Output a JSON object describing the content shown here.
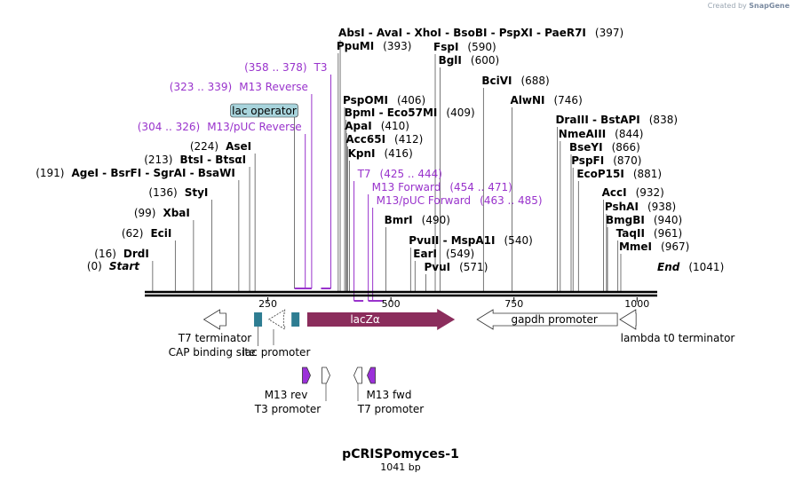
{
  "credit": {
    "prefix": "Created by",
    "brand": "SnapGene"
  },
  "plasmid": {
    "name": "pCRISPomyces-1",
    "length_label": "1041 bp"
  },
  "ruler": {
    "ticks": [
      {
        "pos": 250,
        "label": "250"
      },
      {
        "pos": 500,
        "label": "500"
      },
      {
        "pos": 750,
        "label": "750"
      },
      {
        "pos": 1000,
        "label": "1000"
      }
    ]
  },
  "sites": [
    {
      "pos": 0,
      "text": "(0)",
      "name": "Start",
      "italic": true
    },
    {
      "pos": 16,
      "text": "(16)",
      "name": "DrdI"
    },
    {
      "pos": 62,
      "text": "(62)",
      "name": "EciI"
    },
    {
      "pos": 99,
      "text": "(99)",
      "name": "XbaI"
    },
    {
      "pos": 136,
      "text": "(136)",
      "name": "StyI"
    },
    {
      "pos": 191,
      "text": "(191)",
      "name": "AgeI - BsrFI - SgrAI - BsaWI"
    },
    {
      "pos": 213,
      "text": "(213)",
      "name": "BtsI - BtsαI"
    },
    {
      "pos": 224,
      "text": "(224)",
      "name": "AseI"
    },
    {
      "pos": 393,
      "text": "(393)",
      "name": "PpuMI"
    },
    {
      "pos": 397,
      "text": "(397)",
      "name": "AbsI - AvaI - XhoI - BsoBI - PspXI - PaeR7I"
    },
    {
      "pos": 406,
      "text": "(406)",
      "name": "PspOMI"
    },
    {
      "pos": 409,
      "text": "(409)",
      "name": "BpmI - Eco57MI"
    },
    {
      "pos": 410,
      "text": "(410)",
      "name": "ApaI"
    },
    {
      "pos": 412,
      "text": "(412)",
      "name": "Acc65I"
    },
    {
      "pos": 416,
      "text": "(416)",
      "name": "KpnI"
    },
    {
      "pos": 490,
      "text": "(490)",
      "name": "BmrI"
    },
    {
      "pos": 540,
      "text": "(540)",
      "name": "PvuII - MspA1I"
    },
    {
      "pos": 549,
      "text": "(549)",
      "name": "EarI"
    },
    {
      "pos": 571,
      "text": "(571)",
      "name": "PvuI"
    },
    {
      "pos": 590,
      "text": "(590)",
      "name": "FspI"
    },
    {
      "pos": 600,
      "text": "(600)",
      "name": "BglI"
    },
    {
      "pos": 688,
      "text": "(688)",
      "name": "BciVI"
    },
    {
      "pos": 746,
      "text": "(746)",
      "name": "AlwNI"
    },
    {
      "pos": 838,
      "text": "(838)",
      "name": "DraIII - BstAPI"
    },
    {
      "pos": 844,
      "text": "(844)",
      "name": "NmeAIII"
    },
    {
      "pos": 866,
      "text": "(866)",
      "name": "BseYI"
    },
    {
      "pos": 870,
      "text": "(870)",
      "name": "PspFI"
    },
    {
      "pos": 881,
      "text": "(881)",
      "name": "EcoP15I"
    },
    {
      "pos": 932,
      "text": "(932)",
      "name": "AccI"
    },
    {
      "pos": 938,
      "text": "(938)",
      "name": "PshAI"
    },
    {
      "pos": 940,
      "text": "(940)",
      "name": "BmgBI"
    },
    {
      "pos": 961,
      "text": "(961)",
      "name": "TaqII"
    },
    {
      "pos": 967,
      "text": "(967)",
      "name": "MmeI"
    },
    {
      "pos": 1041,
      "text": "(1041)",
      "name": "End",
      "italic": true
    }
  ],
  "primers": [
    {
      "start": 304,
      "end": 326,
      "range": "(304 .. 326)",
      "name": "M13/pUC Reverse",
      "dir": "rev"
    },
    {
      "start": 323,
      "end": 339,
      "range": "(323 .. 339)",
      "name": "M13 Reverse",
      "dir": "rev"
    },
    {
      "start": 358,
      "end": 378,
      "range": "(358 .. 378)",
      "name": "T3",
      "dir": "rev"
    },
    {
      "start": 425,
      "end": 444,
      "range": "(425 .. 444)",
      "name": "T7",
      "dir": "fwd"
    },
    {
      "start": 454,
      "end": 471,
      "range": "(454 .. 471)",
      "name": "M13 Forward",
      "dir": "fwd"
    },
    {
      "start": 463,
      "end": 485,
      "range": "(463 .. 485)",
      "name": "M13/pUC Forward",
      "dir": "fwd"
    }
  ],
  "binding_sites": [
    {
      "pos": 304,
      "name": "lac operator"
    }
  ],
  "features": [
    {
      "name": "T7 terminator",
      "type": "terminator",
      "dir": "rev",
      "start": 120,
      "end": 165
    },
    {
      "name": "CAP binding site",
      "type": "misc",
      "start": 222,
      "end": 244
    },
    {
      "name": "lac promoter",
      "type": "promoter",
      "dir": "rev",
      "start": 252,
      "end": 282
    },
    {
      "name": "lac operator",
      "type": "misc",
      "start": 298,
      "end": 315
    },
    {
      "name": "lacZα",
      "type": "cds",
      "dir": "fwd",
      "start": 330,
      "end": 630
    },
    {
      "name": "gapdh promoter",
      "type": "promoter",
      "dir": "rev",
      "start": 675,
      "end": 960
    },
    {
      "name": "lambda t0 terminator",
      "type": "terminator",
      "dir": "rev",
      "start": 965,
      "end": 998
    }
  ],
  "lower_features": [
    {
      "name": "M13 rev",
      "type": "primer_bind",
      "dir": "fwd",
      "pos": 325
    },
    {
      "name": "T3 promoter",
      "type": "promoter",
      "dir": "fwd",
      "pos": 360
    },
    {
      "name": "T7 promoter",
      "type": "promoter",
      "dir": "rev",
      "pos": 425
    },
    {
      "name": "M13 fwd",
      "type": "primer_bind",
      "dir": "rev",
      "pos": 448
    }
  ],
  "colors": {
    "backbone": "#000000",
    "site_label": "#000000",
    "primer": "#9933cc",
    "cds": "#8b2d5c",
    "misc": "#2e7d92",
    "promoter_fill": "#ffffff",
    "primer_bind": "#9b30d9",
    "binding_badge": "#a8d4dc",
    "leader": "#555555"
  }
}
